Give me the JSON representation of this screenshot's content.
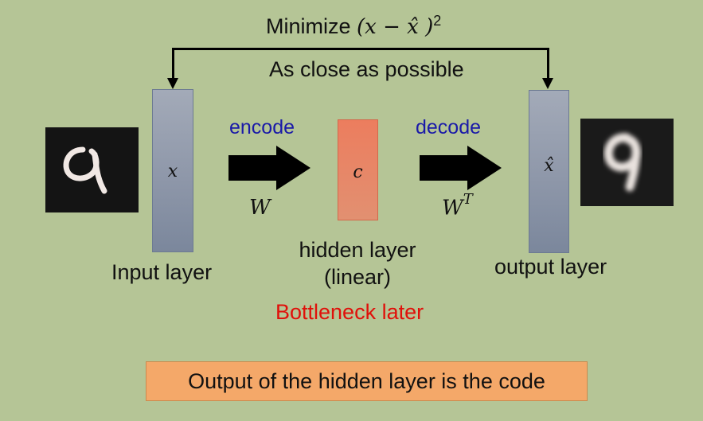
{
  "top": {
    "minimize_word": "Minimize",
    "formula": "(x − x̂ )",
    "exponent": "2",
    "close_text": "As close as possible"
  },
  "layers": {
    "input_symbol": "x",
    "hidden_symbol": "c",
    "output_symbol": "x̂",
    "input_label": "Input layer",
    "hidden_label_line1": "hidden layer",
    "hidden_label_line2": "(linear)",
    "output_label": "output layer"
  },
  "arrows": {
    "encode_label": "encode",
    "decode_label": "decode",
    "encode_weight": "W",
    "decode_weight": "W",
    "decode_weight_sup": "T"
  },
  "notes": {
    "bottleneck": "Bottleneck later",
    "code_box": "Output of the hidden layer is the code"
  },
  "colors": {
    "background": "#b5c596",
    "label_blue": "#1a1aa8",
    "label_red": "#e0100a",
    "hidden_layer": "#ec7d5e",
    "layer_bar": "#8e97a9",
    "code_box": "#f4a869"
  }
}
